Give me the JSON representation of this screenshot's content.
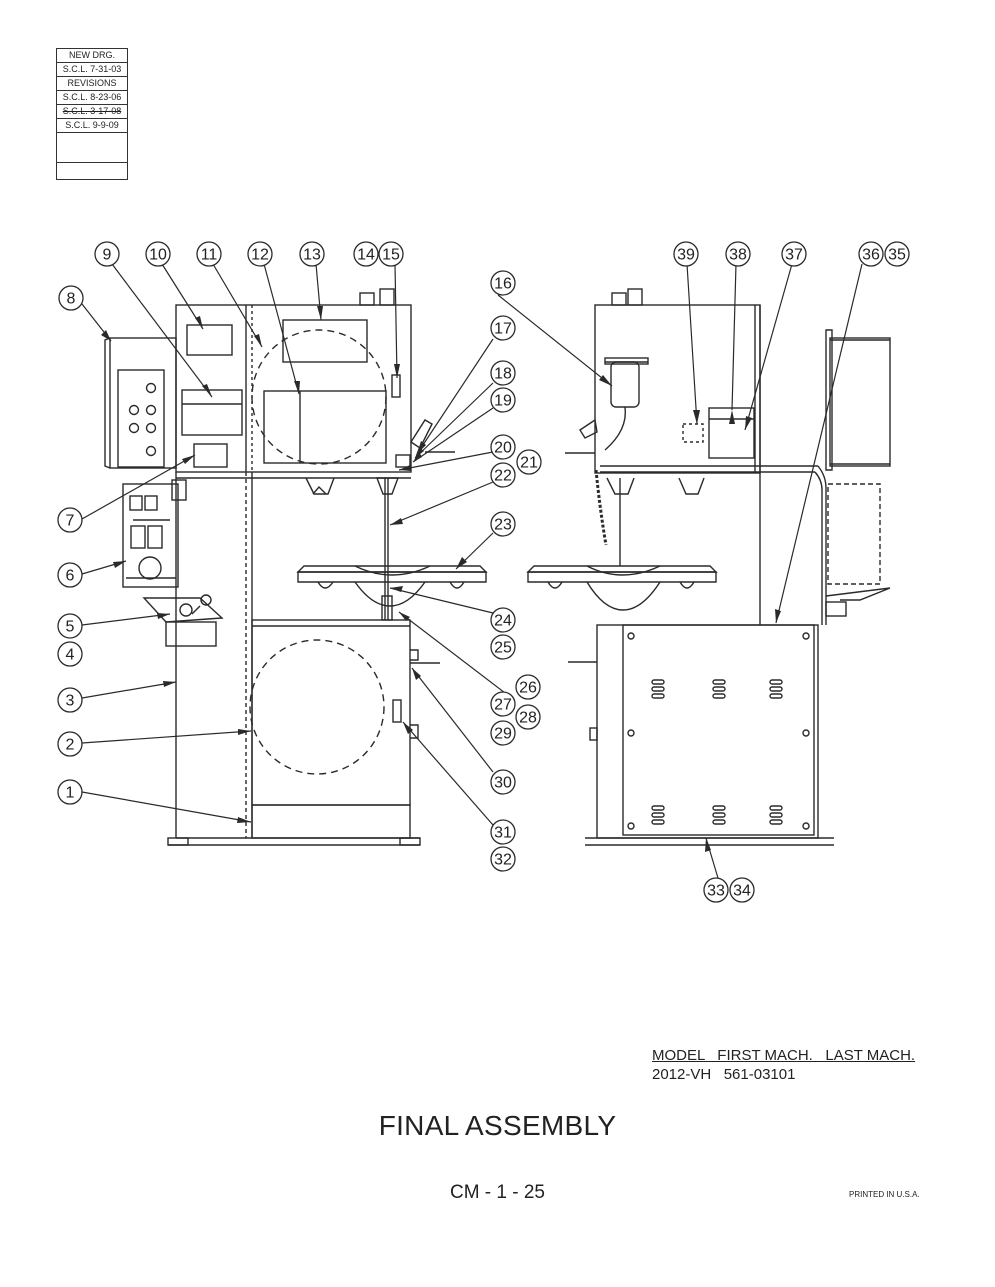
{
  "revision_block": {
    "new_drg_label": "NEW DRG.",
    "new_drg_date": "S.C.L. 7-31-03",
    "revisions_label": "REVISIONS",
    "revisions": [
      {
        "text": "S.C.L. 8-23-06",
        "struck": false
      },
      {
        "text": "S.C.L. 3-17-08",
        "struck": true
      },
      {
        "text": "S.C.L. 9-9-09",
        "struck": false
      }
    ]
  },
  "callouts": {
    "c1": "1",
    "c2": "2",
    "c3": "3",
    "c4": "4",
    "c5": "5",
    "c6": "6",
    "c7": "7",
    "c8": "8",
    "c9": "9",
    "c10": "10",
    "c11": "11",
    "c12": "12",
    "c13": "13",
    "c14": "14",
    "c15": "15",
    "c16": "16",
    "c17": "17",
    "c18": "18",
    "c19": "19",
    "c20": "20",
    "c21": "21",
    "c22": "22",
    "c23": "23",
    "c24": "24",
    "c25": "25",
    "c26": "26",
    "c27": "27",
    "c28": "28",
    "c29": "29",
    "c30": "30",
    "c31": "31",
    "c32": "32",
    "c33": "33",
    "c34": "34",
    "c35": "35",
    "c36": "36",
    "c37": "37",
    "c38": "38",
    "c39": "39"
  },
  "model_table": {
    "header": "MODEL   FIRST MACH.   LAST MACH.",
    "row": "2012-VH   561-03101"
  },
  "title": "FINAL ASSEMBLY",
  "page_number": "CM - 1 - 25",
  "printed": "PRINTED IN U.S.A."
}
